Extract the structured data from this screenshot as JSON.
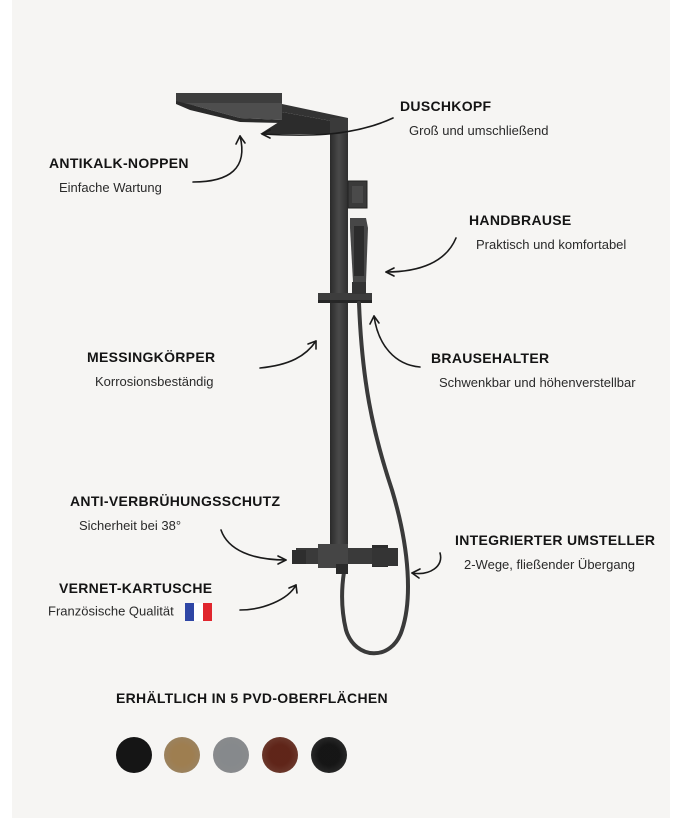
{
  "features": {
    "duschkopf": {
      "title": "DUSCHKOPF",
      "subtitle": "Groß und umschließend"
    },
    "antikalk": {
      "title": "ANTIKALK-NOPPEN",
      "subtitle": "Einfache Wartung"
    },
    "handbrause": {
      "title": "HANDBRAUSE",
      "subtitle": "Praktisch und komfortabel"
    },
    "messingkoerper": {
      "title": "MESSINGKÖRPER",
      "subtitle": "Korrosionsbeständig"
    },
    "brausehalter": {
      "title": "BRAUSEHALTER",
      "subtitle": "Schwenkbar und höhenverstellbar"
    },
    "anti_verbruehung": {
      "title": "ANTI-VERBRÜHUNGSSCHUTZ",
      "subtitle": "Sicherheit bei 38°"
    },
    "umsteller": {
      "title": "INTEGRIERTER UMSTELLER",
      "subtitle": "2-Wege, fließender Übergang"
    },
    "kartusche": {
      "title": "VERNET-KARTUSCHE",
      "subtitle": "Französische Qualität",
      "flag_icon": "france-flag-icon"
    }
  },
  "finishes": {
    "title": "ERHÄLTLICH IN 5 PVD-OBERFLÄCHEN",
    "swatches": [
      {
        "name": "matte-black",
        "color": "#151515"
      },
      {
        "name": "brushed-gold",
        "color": "#c9b38f"
      },
      {
        "name": "brushed-chrome",
        "color": "#b9bbbd"
      },
      {
        "name": "brushed-copper",
        "color": "#9c6150"
      },
      {
        "name": "gunmetal",
        "color": "#4a4a4a"
      }
    ]
  },
  "colors": {
    "background": "#f6f5f3",
    "product": "#3b3b3b",
    "text": "#141414",
    "flag_blue": "#2f46a5",
    "flag_red": "#e0262e"
  }
}
